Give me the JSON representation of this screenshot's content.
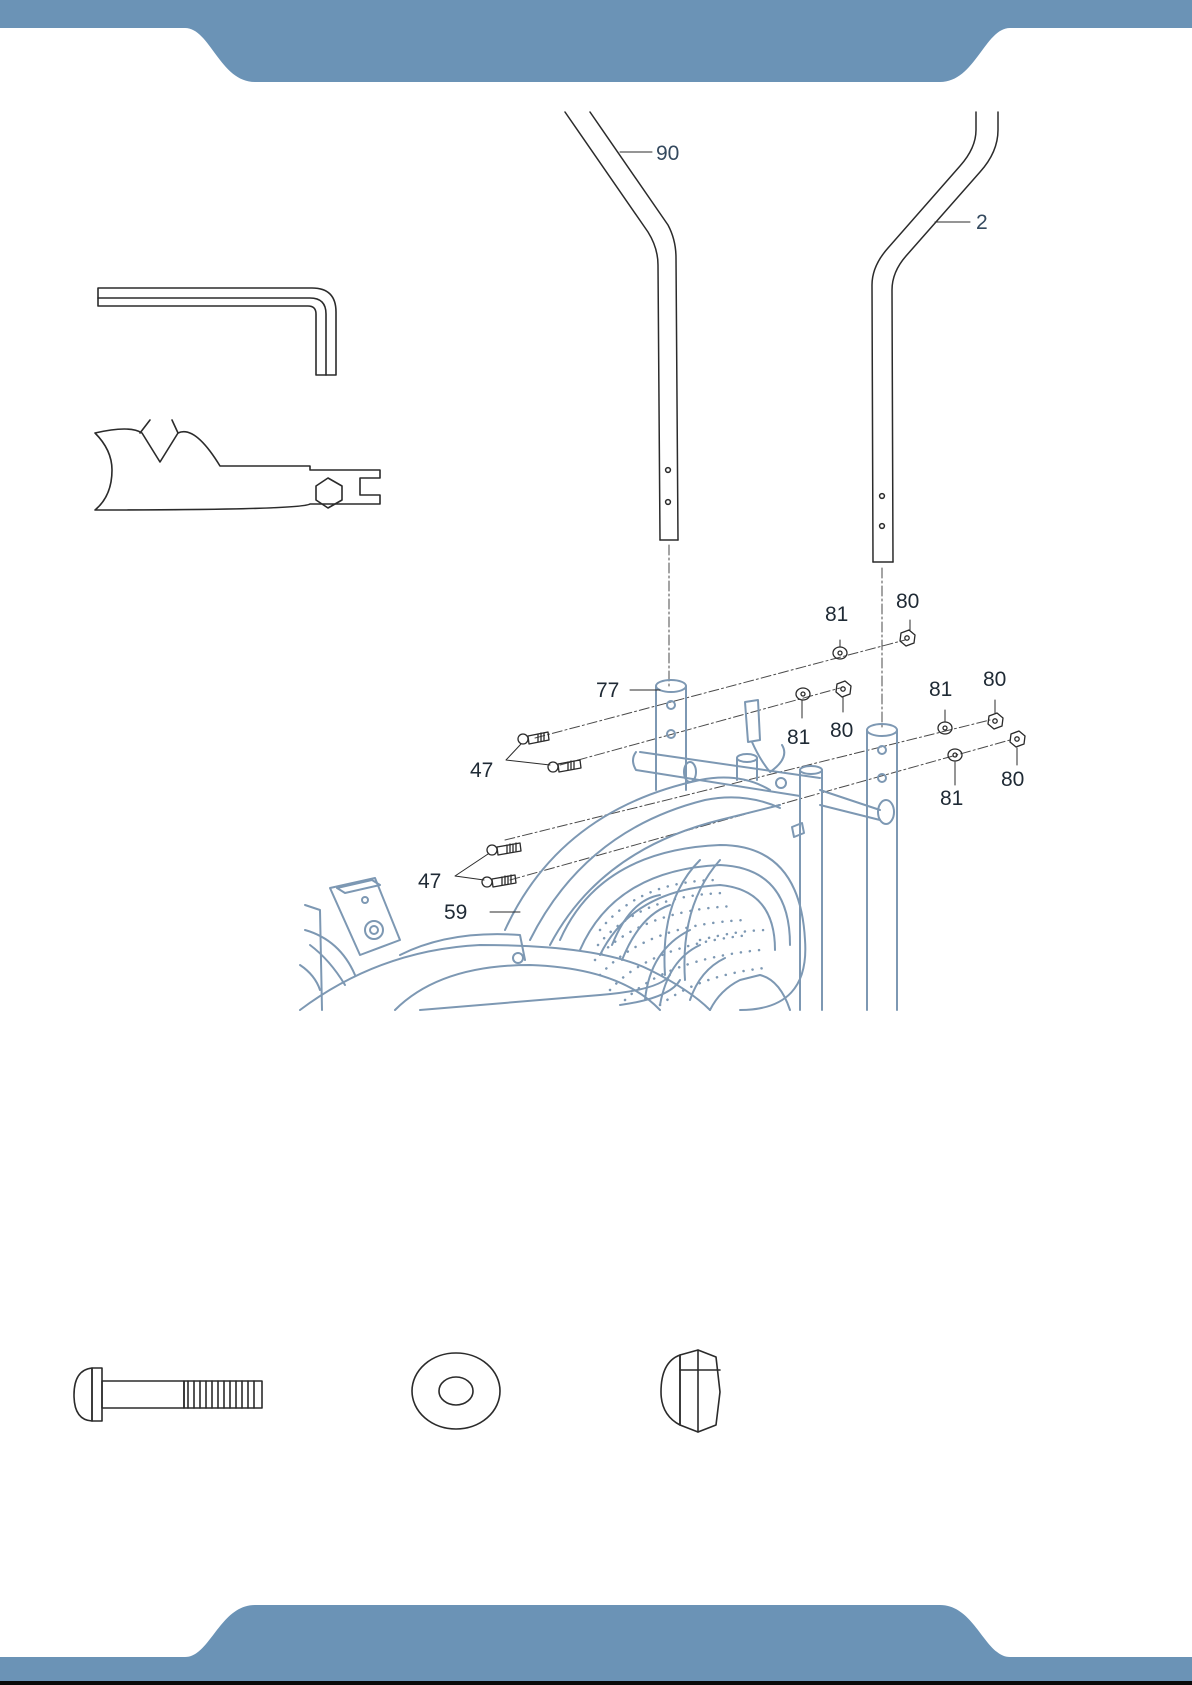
{
  "colors": {
    "banner": "#6b93b6",
    "banner_edge": "#0a0a0a",
    "linework": "#2b2b2b",
    "machine": "#7d98b3"
  },
  "icons": {
    "allen_key": "hex-key-icon",
    "wrench": "open-end-spanner-icon",
    "bolt": "bolt-icon",
    "washer": "washer-icon",
    "nut": "cap-nut-icon"
  },
  "labels": {
    "part_90": "90",
    "part_2": "2",
    "part_77": "77",
    "part_59": "59",
    "part_47_upper": "47",
    "part_47_lower": "47",
    "part_81_a": "81",
    "part_80_a": "80",
    "part_81_b": "81",
    "part_80_b": "80",
    "part_81_c": "81",
    "part_80_c": "80",
    "part_81_d": "81",
    "part_80_d": "80"
  }
}
